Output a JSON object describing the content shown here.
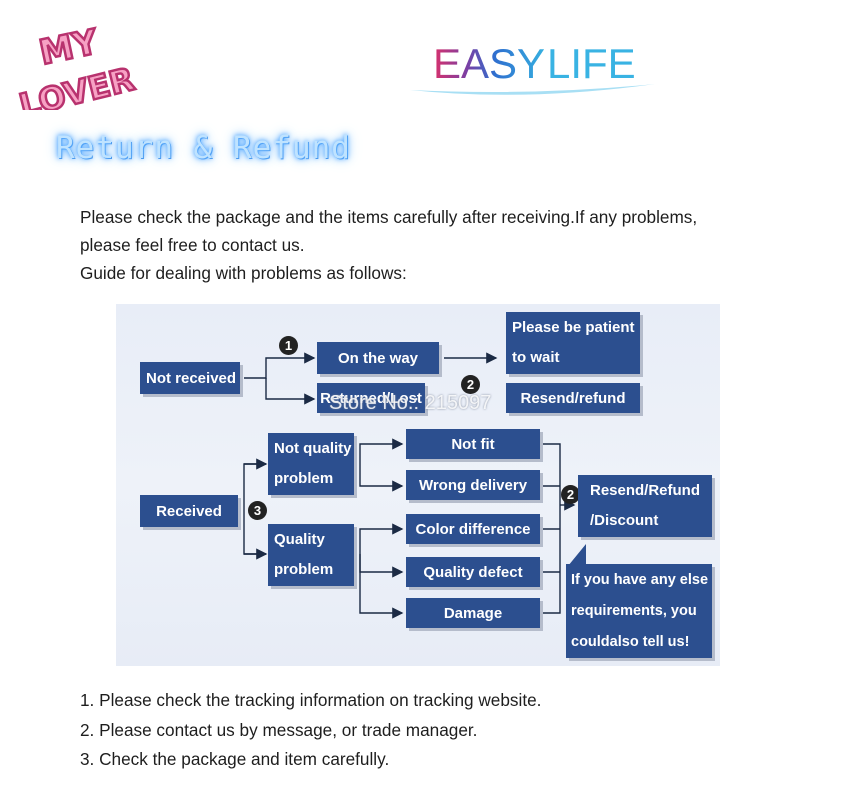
{
  "logos": {
    "my_lover_line1": "MY",
    "my_lover_line2": "LOVER",
    "easy_life_part1": "EASY",
    "easy_life_part2": "LIFE"
  },
  "title": "Return & Refund",
  "intro": {
    "line1": "Please check the package and the items carefully after receiving.If any problems,",
    "line2": "please feel free to contact us.",
    "line3": "Guide for dealing with problems as follows:"
  },
  "diagram": {
    "watermark": "Store No.: 215097",
    "not_received": "Not received",
    "on_the_way": "On the way",
    "returned_lost": "Returned/Lost",
    "please_be_patient_1": "Please be patient",
    "please_be_patient_2": "to wait",
    "resend_refund": "Resend/refund",
    "received": "Received",
    "not_quality_1": "Not quality",
    "not_quality_2": "problem",
    "quality_1": "Quality",
    "quality_2": "problem",
    "not_fit": "Not fit",
    "wrong_delivery": "Wrong delivery",
    "color_difference": "Color difference",
    "quality_defect": "Quality defect",
    "damage": "Damage",
    "resend_refund_discount_1": "Resend/Refund",
    "resend_refund_discount_2": "/Discount",
    "note_1": "If you have any else",
    "note_2": "requirements, you",
    "note_3": "couldalso tell us!",
    "badge_1": "1",
    "badge_2a": "2",
    "badge_3": "3",
    "badge_2b": "2"
  },
  "steps": {
    "step1": "1. Please check the tracking information on tracking website.",
    "step2": "2. Please contact us by message, or trade manager.",
    "step3": "3. Check the package and item carefully."
  },
  "colors": {
    "box": "#2c4f8f",
    "panel": "#e9eef8",
    "title_glow": "#6fb7ff"
  }
}
